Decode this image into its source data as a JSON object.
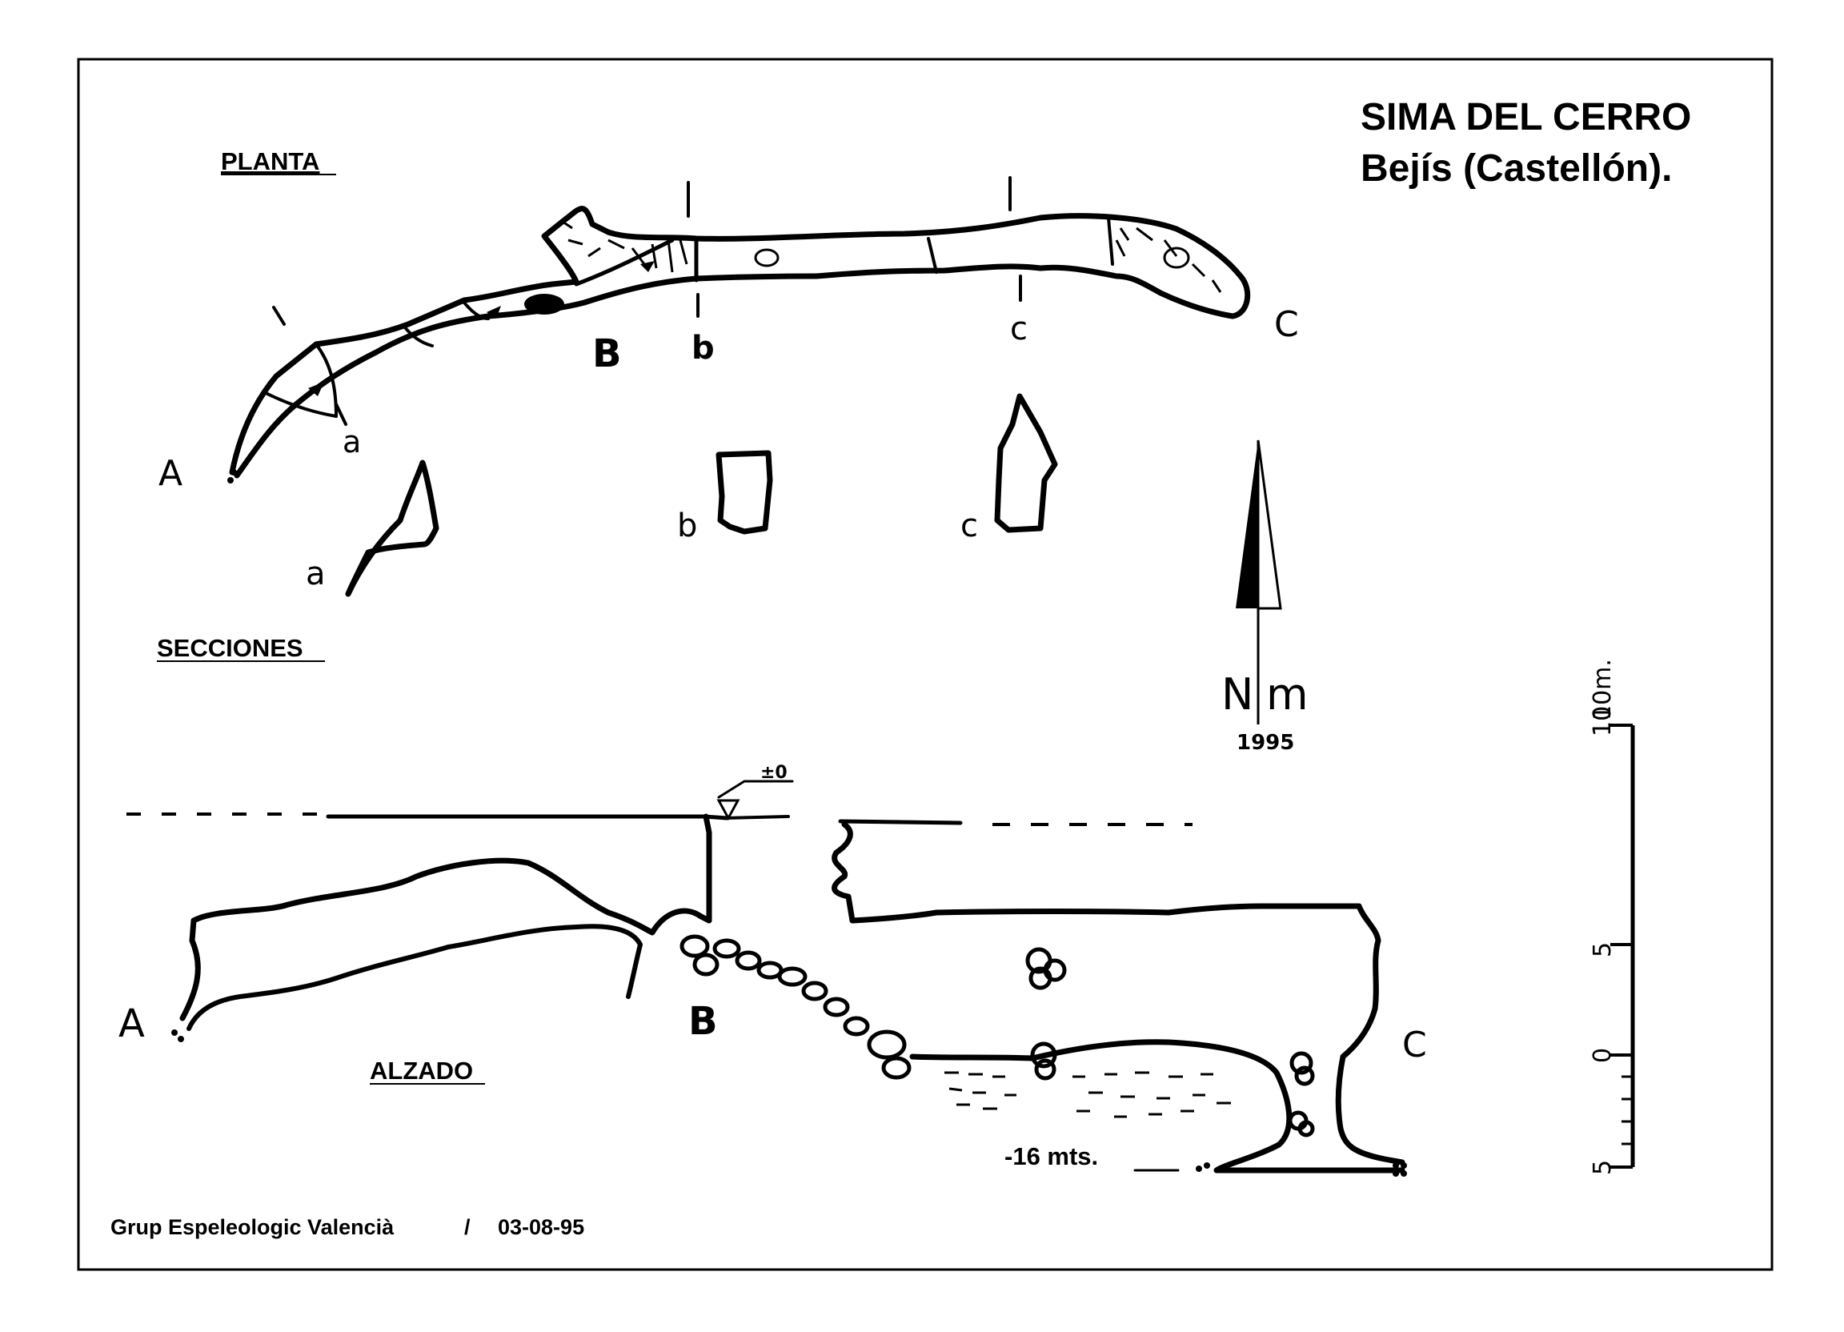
{
  "title": "SIMA DEL CERRO",
  "location": "Bejís (Castellón).",
  "labels": {
    "planta": "PLANTA",
    "secciones": "SECCIONES",
    "alzado": "ALZADO"
  },
  "plan_points": {
    "a_start": "A",
    "b_mid": "B",
    "c_end": "C"
  },
  "section_cuts": {
    "a": "a",
    "b": "b",
    "c": "c"
  },
  "elevation_points": {
    "a_start": "A",
    "b_mid": "B",
    "c_end": "C"
  },
  "datum_mark": "±0",
  "depth_note": "-16 mts.",
  "north_arrow": {
    "n": "N",
    "m": "m",
    "year": "1995"
  },
  "scale_bar": {
    "unit": "10m.",
    "ticks": [
      "10",
      "5",
      "0",
      "5"
    ]
  },
  "footer": {
    "author": "Grup Espeleologic Valencià",
    "separator": "/",
    "date": "03-08-95"
  },
  "icons": [
    "north-arrow-icon",
    "datum-triangle-icon",
    "boulder-icon"
  ]
}
